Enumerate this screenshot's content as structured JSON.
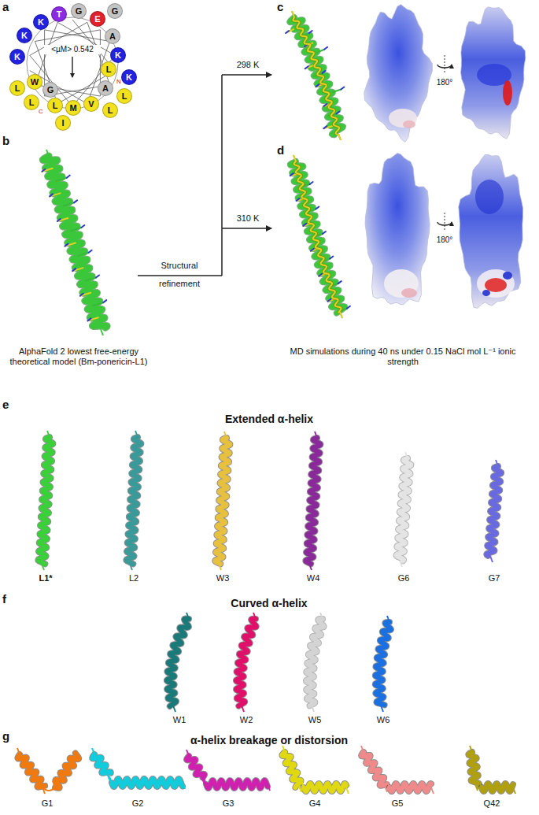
{
  "diagram": {
    "nodes": [
      {
        "text": [
          "K"
        ]
      },
      {
        "text": [
          "K"
        ]
      },
      {
        "text": [
          "K"
        ]
      },
      {
        "text": [
          "T"
        ]
      },
      {
        "text": [
          "G"
        ]
      },
      {
        "text": [
          "E"
        ]
      },
      {
        "text": [
          "G"
        ]
      },
      {
        "text": [
          "A"
        ]
      },
      {
        "text": [
          "K"
        ]
      },
      {
        "text": [
          "L"
        ]
      },
      {
        "text": [
          "K"
        ]
      },
      {
        "text": [
          "A"
        ]
      },
      {
        "text": [
          "L"
        ]
      },
      {
        "text": [
          "L"
        ]
      },
      {
        "text": [
          "V"
        ]
      },
      {
        "text": [
          "M"
        ]
      },
      {
        "text": [
          "L"
        ]
      },
      {
        "text": [
          "I"
        ]
      },
      {
        "text": [
          "G"
        ]
      },
      {
        "text": [
          "W"
        ]
      },
      {
        "text": [
          "L"
        ]
      },
      {
        "text": [
          "L"
        ]
      }
    ],
    "labels": [
      "a",
      "<µM> 0.542",
      "N",
      "C",
      "b",
      "AlphaFold 2 lowest free-energy theoretical model (Bm-ponericin-L1)",
      "Structural",
      "refinement",
      "298 K",
      "310 K",
      "c",
      "180°",
      "d",
      "180°",
      "MD simulations during 40 ns under 0.15 NaCl mol L⁻¹ ionic strength",
      "e",
      "Extended α-helix",
      "L1*",
      "L2",
      "W3",
      "W4",
      "G6",
      "G7",
      "f",
      "Curved α-helix",
      "W1",
      "W2",
      "W5",
      "W6",
      "g",
      "α-helix breakage or distorsion",
      "G1",
      "G2",
      "G3",
      "G4",
      "G5",
      "Q42"
    ]
  }
}
